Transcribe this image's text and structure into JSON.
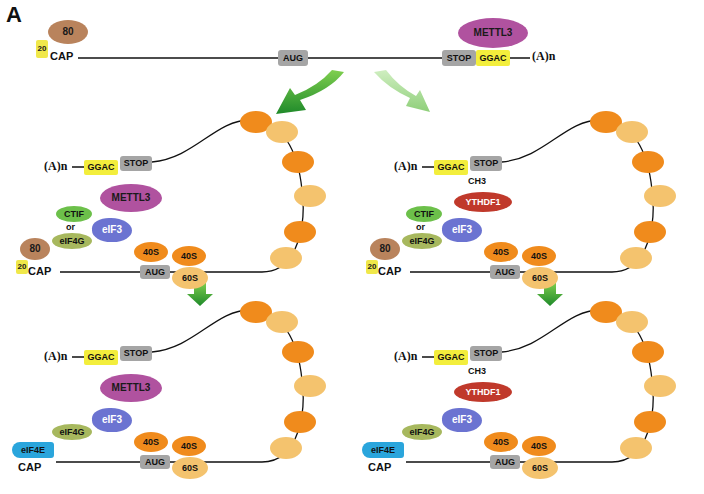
{
  "diagram": {
    "nodes": [
      {
        "text": [
          "80"
        ]
      },
      {
        "text": [
          "20"
        ]
      },
      {
        "text": [
          "AUG"
        ]
      },
      {
        "text": [
          "METTL3"
        ]
      },
      {
        "text": [
          "STOP"
        ]
      },
      {
        "text": [
          "GGAC"
        ]
      },
      {
        "text": [
          "GGAC"
        ]
      },
      {
        "text": [
          "STOP"
        ]
      },
      {
        "text": [
          "METTL3"
        ]
      },
      {
        "text": [
          "CTIF"
        ]
      },
      {
        "text": [
          "eIF3"
        ]
      },
      {
        "text": [
          "80"
        ]
      },
      {
        "text": [
          "eIF4G"
        ]
      },
      {
        "text": [
          "20"
        ]
      },
      {
        "text": [
          "40S"
        ]
      },
      {
        "text": [
          "40S"
        ]
      },
      {
        "text": [
          "AUG"
        ]
      },
      {
        "text": [
          "60S"
        ]
      },
      {
        "text": [
          "GGAC"
        ]
      },
      {
        "text": [
          "STOP"
        ]
      },
      {
        "text": [
          "YTHDF1"
        ]
      },
      {
        "text": [
          "CTIF"
        ]
      },
      {
        "text": [
          "eIF3"
        ]
      },
      {
        "text": [
          "80"
        ]
      },
      {
        "text": [
          "eIF4G"
        ]
      },
      {
        "text": [
          "20"
        ]
      },
      {
        "text": [
          "40S"
        ]
      },
      {
        "text": [
          "40S"
        ]
      },
      {
        "text": [
          "AUG"
        ]
      },
      {
        "text": [
          "60S"
        ]
      },
      {
        "text": [
          "GGAC"
        ]
      },
      {
        "text": [
          "STOP"
        ]
      },
      {
        "text": [
          "METTL3"
        ]
      },
      {
        "text": [
          "eIF4G"
        ]
      },
      {
        "text": [
          "eIF3"
        ]
      },
      {
        "text": [
          "eIF4E"
        ]
      },
      {
        "text": [
          "40S"
        ]
      },
      {
        "text": [
          "40S"
        ]
      },
      {
        "text": [
          "AUG"
        ]
      },
      {
        "text": [
          "60S"
        ]
      },
      {
        "text": [
          "GGAC"
        ]
      },
      {
        "text": [
          "STOP"
        ]
      },
      {
        "text": [
          "YTHDF1"
        ]
      },
      {
        "text": [
          "eIF4G"
        ]
      },
      {
        "text": [
          "eIF3"
        ]
      },
      {
        "text": [
          "eIF4E"
        ]
      },
      {
        "text": [
          "40S"
        ]
      },
      {
        "text": [
          "40S"
        ]
      },
      {
        "text": [
          "AUG"
        ]
      },
      {
        "text": [
          "60S"
        ]
      }
    ],
    "labels": [
      "A",
      "CAP",
      "(A)n",
      "(A)n",
      "or",
      "CAP",
      "(A)n",
      "CH3",
      "or",
      "CAP",
      "(A)n",
      "CAP",
      "(A)n",
      "CH3",
      "CAP"
    ]
  }
}
